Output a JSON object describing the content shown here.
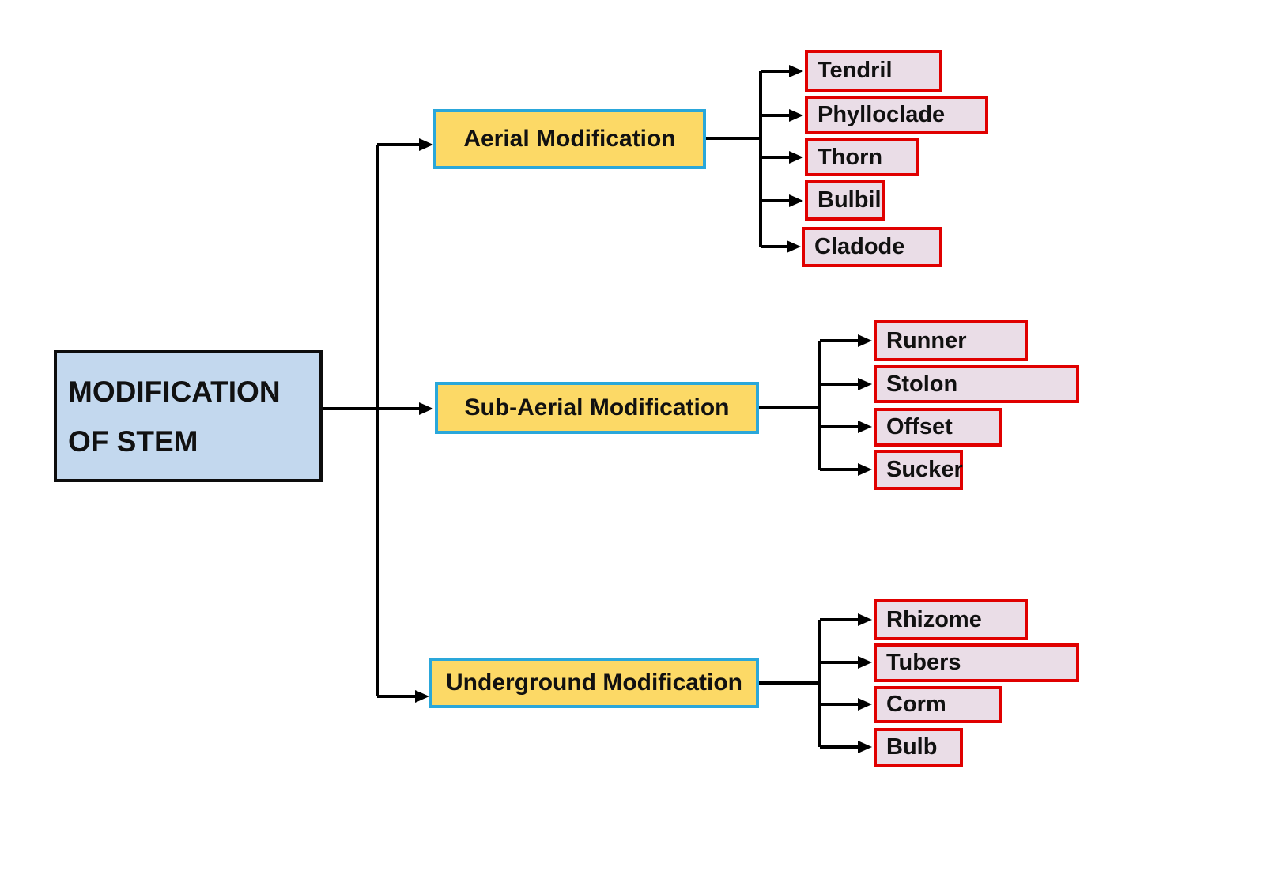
{
  "root": {
    "label_line1": "MODIFICATION",
    "label_line2": "OF STEM"
  },
  "branches": [
    {
      "label": "Aerial Modification",
      "children": [
        "Tendril",
        "Phylloclade",
        "Thorn",
        "Bulbil",
        "Cladode"
      ]
    },
    {
      "label": "Sub-Aerial Modification",
      "children": [
        "Runner",
        "Stolon",
        "Offset",
        "Sucker"
      ]
    },
    {
      "label": "Underground Modification",
      "children": [
        "Rhizome",
        "Tubers",
        "Corm",
        "Bulb"
      ]
    }
  ],
  "colors": {
    "background": "#FFFFFF",
    "root_fill": "#C3D8EE",
    "root_border": "#0D0D0D",
    "branch_fill": "#FCD966",
    "branch_border": "#2AA7DA",
    "leaf_fill": "#EADDE7",
    "leaf_border": "#E00000",
    "connector": "#000000",
    "text": "#111111"
  }
}
